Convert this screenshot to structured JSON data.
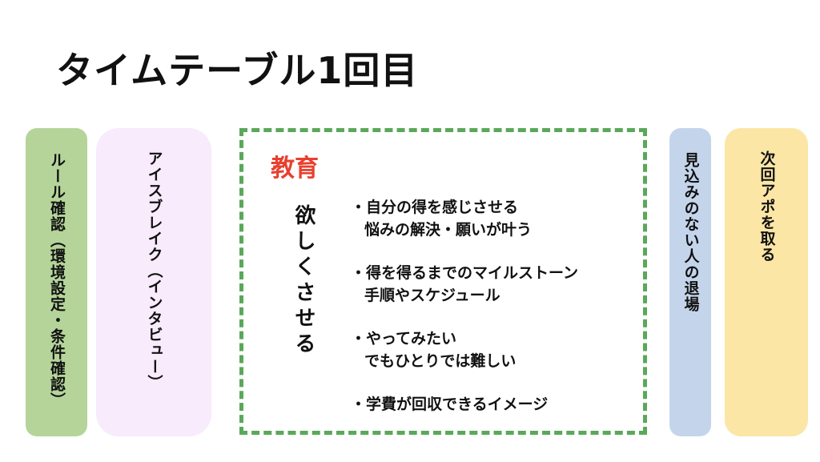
{
  "title": "タイムテーブル1回目",
  "columns": {
    "rules": "ルール確認（環境設定・条件確認）",
    "ice_break": "アイスブレイク（インタビュー）",
    "exit": "見込みのない人の退場",
    "next": "次回アポを取る"
  },
  "education": {
    "heading": "教育",
    "subheading": "欲しくさせる",
    "bullets": [
      {
        "line1": "・自分の得を感じさせる",
        "line2": "悩みの解決・願いが叶う"
      },
      {
        "line1": "・得を得るまでのマイルストーン",
        "line2": "手順やスケジュール"
      },
      {
        "line1": "・やってみたい",
        "line2": "でもひとりでは難しい"
      },
      {
        "line1": "・学費が回収できるイメージ",
        "line2": ""
      }
    ]
  },
  "colors": {
    "rules_bg": "#b5d49a",
    "ice_bg": "#f7ebfc",
    "edu_border": "#5aa85a",
    "edu_heading": "#e8402f",
    "exit_bg": "#c4d5eb",
    "next_bg": "#fbe6a6"
  }
}
